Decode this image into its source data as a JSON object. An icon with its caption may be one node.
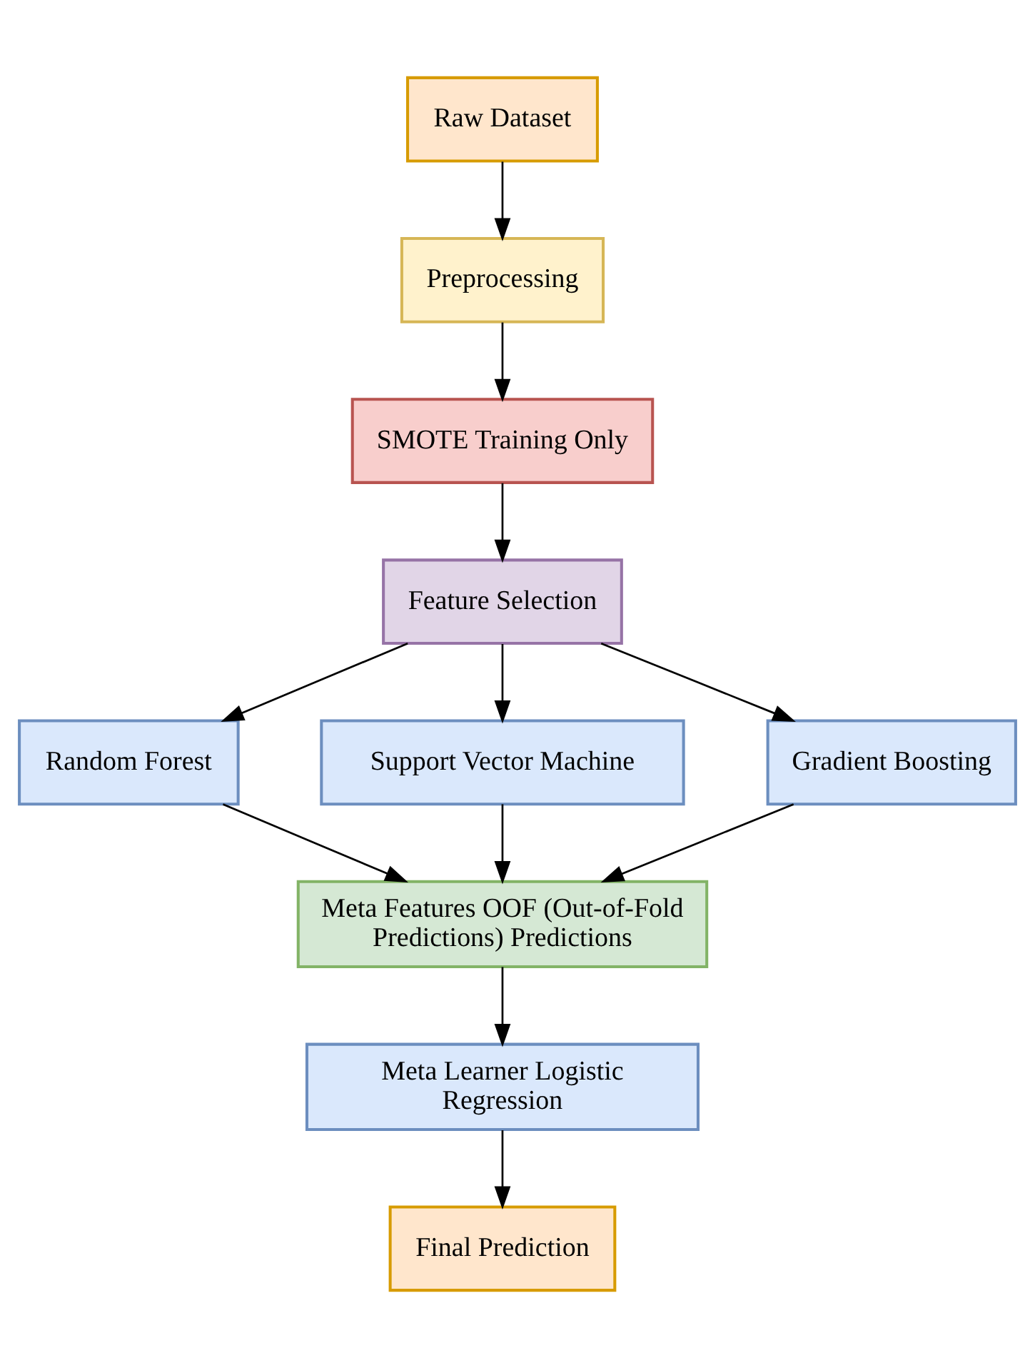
{
  "diagram": {
    "nodes": [
      {
        "text": [
          "Raw Dataset"
        ]
      },
      {
        "text": [
          "Preprocessing"
        ]
      },
      {
        "text": [
          "SMOTE Training Only"
        ]
      },
      {
        "text": [
          "Feature Selection"
        ]
      },
      {
        "text": [
          "Random Forest"
        ]
      },
      {
        "text": [
          "Support Vector Machine"
        ]
      },
      {
        "text": [
          "Gradient Boosting"
        ]
      },
      {
        "text": [
          "Meta Features OOF (Out-of-Fold Predictions) Predictions"
        ]
      },
      {
        "text": [
          "Meta Learner Logistic Regression"
        ]
      },
      {
        "text": [
          "Final Prediction"
        ]
      }
    ],
    "edges": [
      {
        "from": 0,
        "to": 1,
        "arrow": "to"
      },
      {
        "from": 1,
        "to": 2,
        "arrow": "to"
      },
      {
        "from": 2,
        "to": 3,
        "arrow": "to"
      },
      {
        "from": 3,
        "to": 4,
        "arrow": "to"
      },
      {
        "from": 3,
        "to": 5,
        "arrow": "to"
      },
      {
        "from": 3,
        "to": 6,
        "arrow": "to"
      },
      {
        "from": 4,
        "to": 7,
        "arrow": "to"
      },
      {
        "from": 5,
        "to": 7,
        "arrow": "to"
      },
      {
        "from": 6,
        "to": 7,
        "arrow": "to"
      },
      {
        "from": 7,
        "to": 8,
        "arrow": "to"
      },
      {
        "from": 8,
        "to": 9,
        "arrow": "to"
      }
    ]
  }
}
